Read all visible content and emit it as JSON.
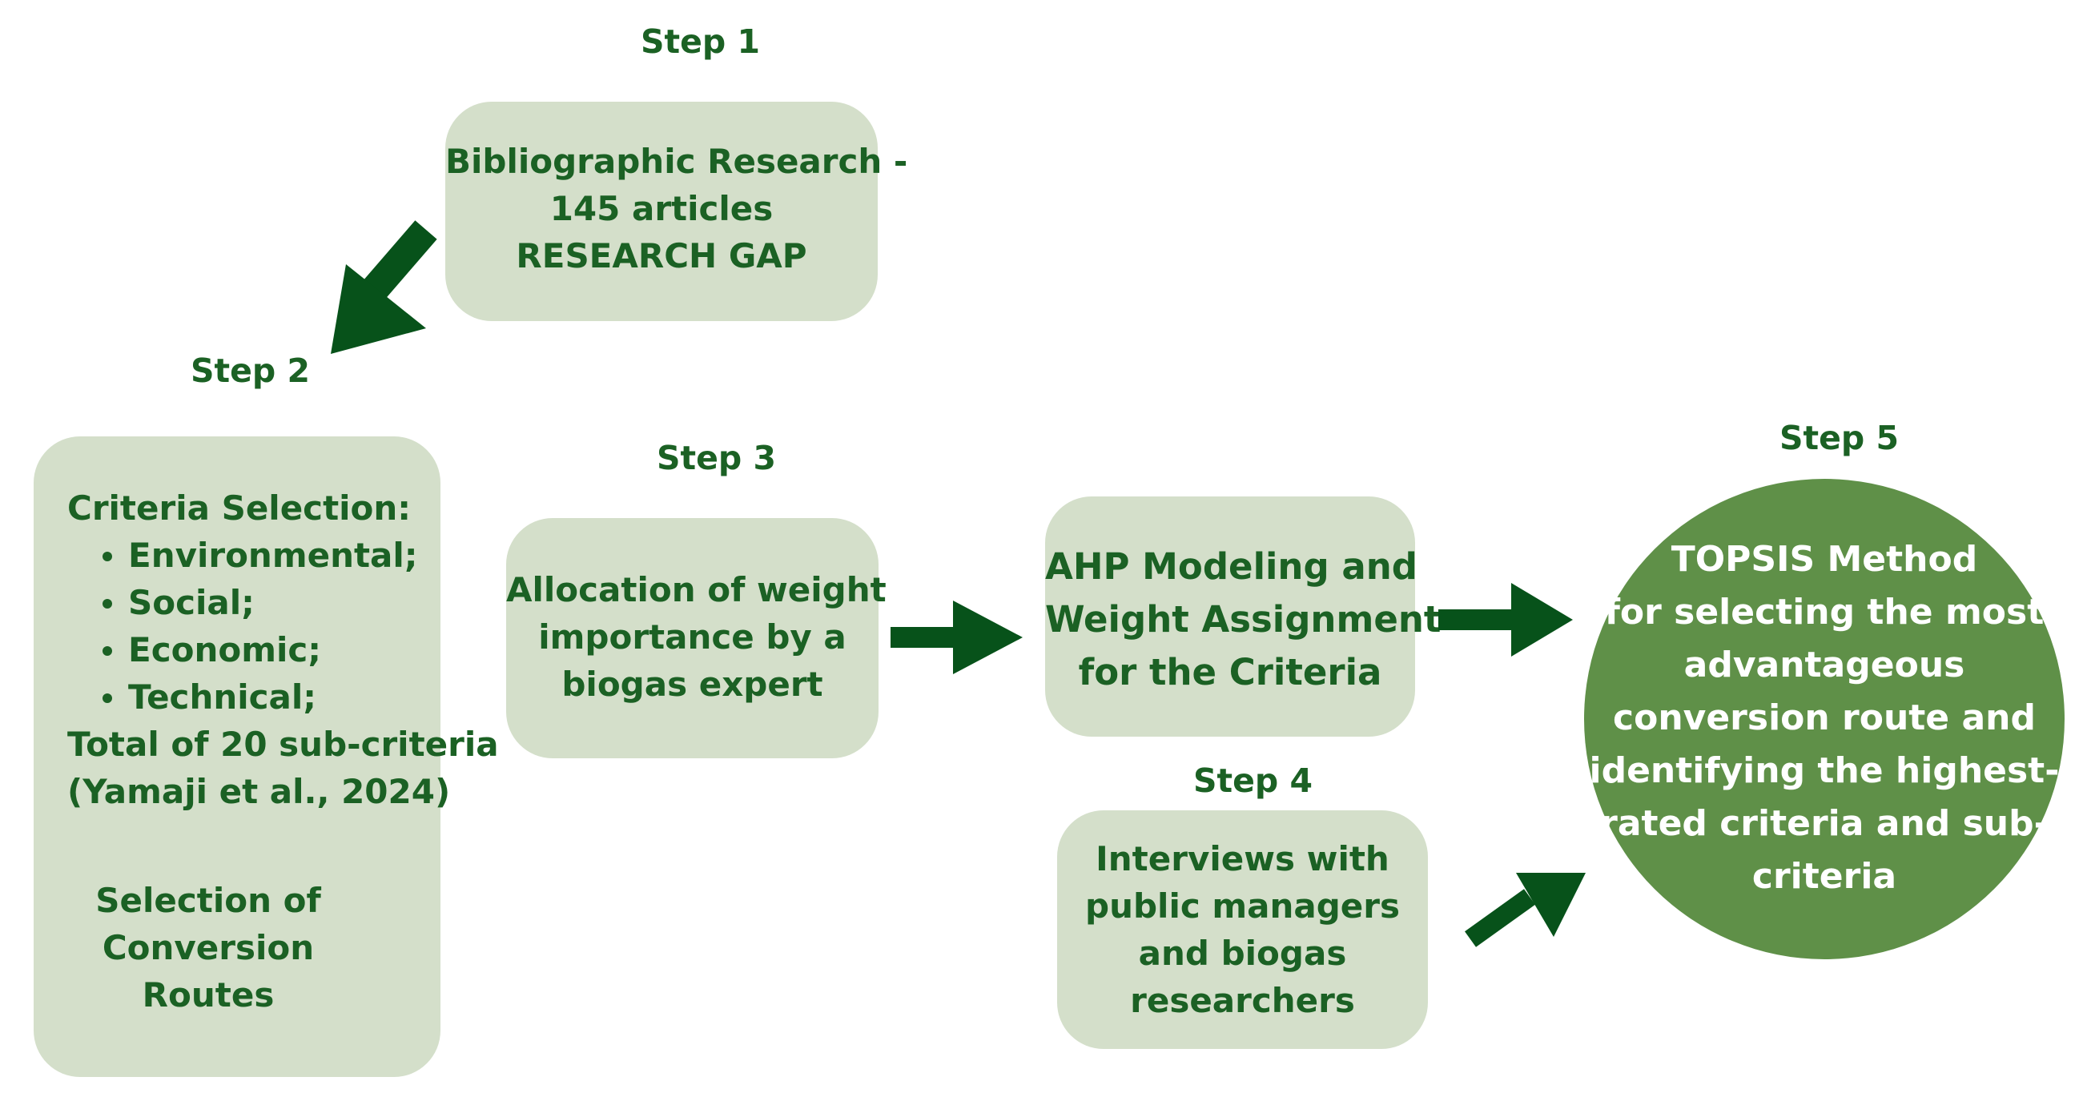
{
  "steps": {
    "step1": "Step 1",
    "step2": "Step 2",
    "step3": "Step 3",
    "step4": "Step 4",
    "step5": "Step 5"
  },
  "bibliographic_box": {
    "lines": [
      "Bibliographic Research -",
      "145 articles",
      "RESEARCH GAP"
    ]
  },
  "criteria_box": {
    "heading": "Criteria Selection:",
    "bullets": [
      "Environmental;",
      "Social;",
      "Economic;",
      "Technical;"
    ],
    "total": "Total of 20 sub-criteria",
    "citation": "(Yamaji et al., 2024)",
    "routes_lines": [
      "Selection of",
      "Conversion",
      "Routes"
    ]
  },
  "allocation_box": {
    "lines": [
      "Allocation of weight",
      "importance by a",
      "biogas expert"
    ]
  },
  "ahp_box": {
    "lines": [
      "AHP Modeling and",
      "Weight Assignment",
      "for the Criteria"
    ]
  },
  "interviews_box": {
    "lines": [
      "Interviews with",
      "public managers",
      "and biogas",
      "researchers"
    ]
  },
  "topsis_circle": {
    "lines": [
      "TOPSIS Method",
      "for selecting the most",
      "advantageous",
      "conversion route and",
      "identifying the highest-",
      "rated criteria and sub-",
      "criteria"
    ]
  },
  "colors": {
    "text_green": "#1b6124",
    "box_fill": "#d4dfca",
    "circle_fill": "#5f9048",
    "arrow_green": "#07521a"
  }
}
